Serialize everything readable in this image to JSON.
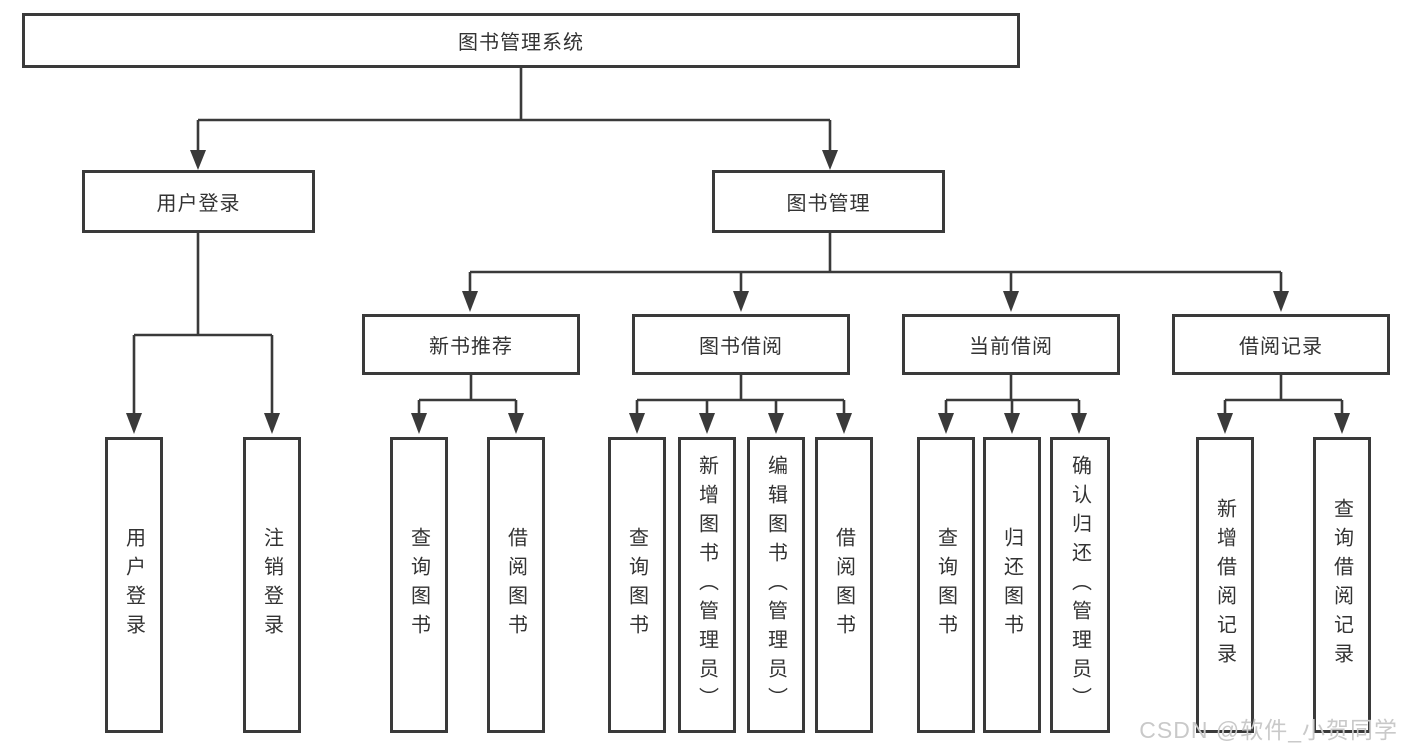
{
  "tree": {
    "root": {
      "label": "图书管理系统"
    },
    "user_login": {
      "label": "用户登录",
      "children": [
        {
          "label": "用户登录"
        },
        {
          "label": "注销登录"
        }
      ]
    },
    "book_mgmt": {
      "label": "图书管理",
      "sections": [
        {
          "label": "新书推荐",
          "children": [
            {
              "label": "查询图书"
            },
            {
              "label": "借阅图书"
            }
          ]
        },
        {
          "label": "图书借阅",
          "children": [
            {
              "label": "查询图书"
            },
            {
              "label": "新增图书（管理员）"
            },
            {
              "label": "编辑图书（管理员）"
            },
            {
              "label": "借阅图书"
            }
          ]
        },
        {
          "label": "当前借阅",
          "children": [
            {
              "label": "查询图书"
            },
            {
              "label": "归还图书"
            },
            {
              "label": "确认归还（管理员）"
            }
          ]
        },
        {
          "label": "借阅记录",
          "children": [
            {
              "label": "新增借阅记录"
            },
            {
              "label": "查询借阅记录"
            }
          ]
        }
      ]
    }
  },
  "watermark": {
    "text": "CSDN @软件_小贺同学"
  },
  "colors": {
    "line": "#3a3a3a",
    "text": "#333333",
    "background": "#ffffff",
    "watermark": "#c9c9c9"
  }
}
